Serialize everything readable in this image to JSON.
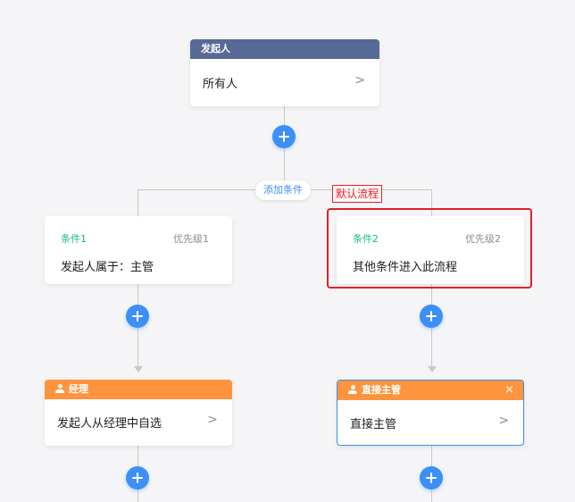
{
  "initiator_node": {
    "header": "发起人",
    "value": "所有人",
    "chevron": ">"
  },
  "add_condition_label": "添加条件",
  "default_flow_tag": "默认流程",
  "branches": [
    {
      "title": "条件1",
      "priority": "优先级1",
      "description": "发起人属于：主管",
      "approver": {
        "header": "经理",
        "value": "发起人从经理中自选",
        "chevron": ">"
      }
    },
    {
      "title": "条件2",
      "priority": "优先级2",
      "description": "其他条件进入此流程",
      "approver": {
        "header": "直接主管",
        "value": "直接主管",
        "chevron": ">",
        "close": "×"
      }
    }
  ],
  "colors": {
    "initiator_header": "#576a95",
    "approver_header": "#ff943e",
    "condition_title": "#15bc83",
    "add_button": "#3d8ff5",
    "highlight_red": "#e0202c",
    "selected_border": "#3d8ff5"
  },
  "icons": [
    "plus-icon",
    "person-icon",
    "chevron-right-icon",
    "close-icon"
  ]
}
